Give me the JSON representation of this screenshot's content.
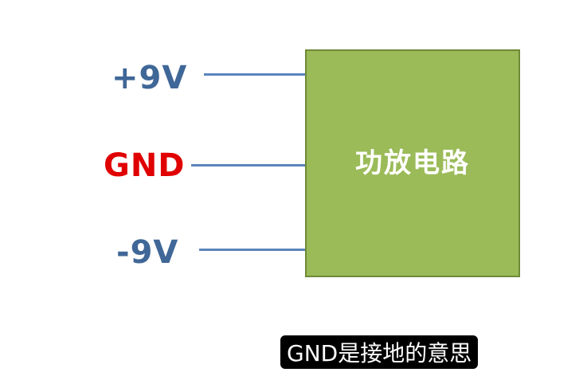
{
  "diagram": {
    "pins": [
      {
        "label": "+9V",
        "color": "#3f6797"
      },
      {
        "label": "GND",
        "color": "#e00000"
      },
      {
        "label": "-9V",
        "color": "#3f6797"
      }
    ],
    "wire_color": "#5b85bd",
    "block": {
      "label": "功放电路",
      "fill": "#9bbb59"
    }
  },
  "caption": {
    "text": "GND是接地的意思",
    "background": "#000000"
  }
}
